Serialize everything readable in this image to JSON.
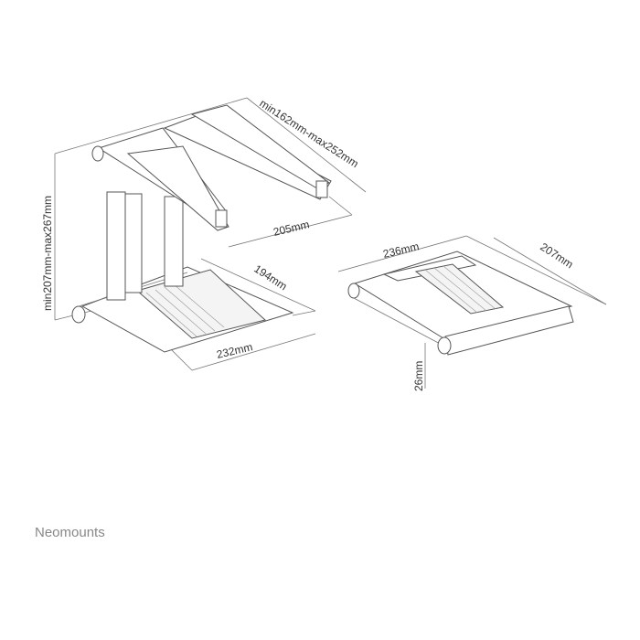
{
  "dimensions": {
    "stand_width_range": "min162mm-max252mm",
    "arm_depth": "205mm",
    "height_range": "min207mm-max267mm",
    "base_depth": "194mm",
    "base_width": "232mm",
    "folded_width": "236mm",
    "folded_depth": "207mm",
    "folded_height": "26mm"
  },
  "brand": "Neomounts",
  "colors": {
    "lines": "#555555",
    "text": "#333333",
    "brand": "#888888"
  }
}
